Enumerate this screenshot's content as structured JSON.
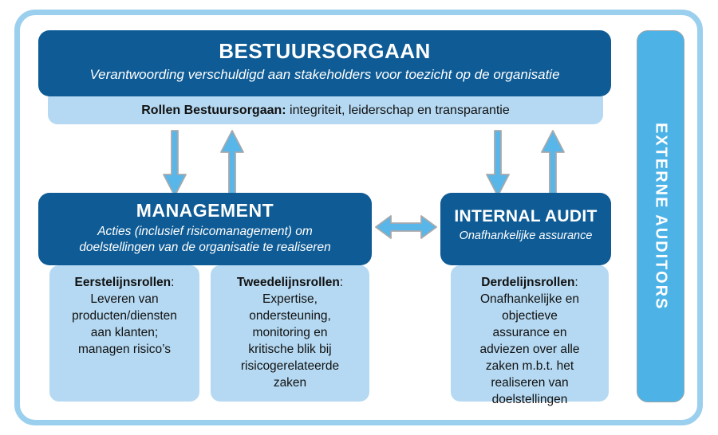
{
  "colors": {
    "dark_blue": "#0e5b95",
    "light_blue": "#b5d9f2",
    "medium_blue": "#4db3e7",
    "frame_border": "#9bcfee",
    "arrow_fill": "#58b6e8",
    "arrow_stroke": "#a7a9ac",
    "text_on_dark": "#ffffff",
    "text_on_light": "#111111"
  },
  "governing_body": {
    "title": "BESTUURSORGAAN",
    "subtitle": "Verantwoording verschuldigd aan stakeholders voor toezicht op de organisatie"
  },
  "roles_bar": {
    "label_bold": "Rollen Bestuursorgaan:",
    "label_rest": " integriteit, leiderschap en transparantie"
  },
  "management": {
    "title": "MANAGEMENT",
    "subtitle_lines": [
      "Acties (inclusief risicomanagement) om",
      "doelstellingen van de organisatie te realiseren"
    ]
  },
  "internal_audit": {
    "title": "INTERNAL AUDIT",
    "subtitle": "Onafhankelijke assurance"
  },
  "first_line": {
    "heading": "Eerstelijnsrollen",
    "colon": ":",
    "body_lines": [
      "Leveren van",
      "producten/diensten",
      "aan klanten;",
      "managen risico’s"
    ]
  },
  "second_line": {
    "heading": "Tweedelijnsrollen",
    "colon": ":",
    "body_lines": [
      "Expertise,",
      "ondersteuning,",
      "monitoring en",
      "kritische blik bij",
      "risicogerelateerde",
      "zaken"
    ]
  },
  "third_line": {
    "heading": "Derdelijnsrollen",
    "colon": ":",
    "body_lines": [
      "Onafhankelijke en",
      "objectieve",
      "assurance en",
      "adviezen over alle",
      "zaken m.b.t. het",
      "realiseren van",
      "doelstellingen"
    ]
  },
  "external_auditors": {
    "label": "EXTERNE AUDITORS"
  }
}
